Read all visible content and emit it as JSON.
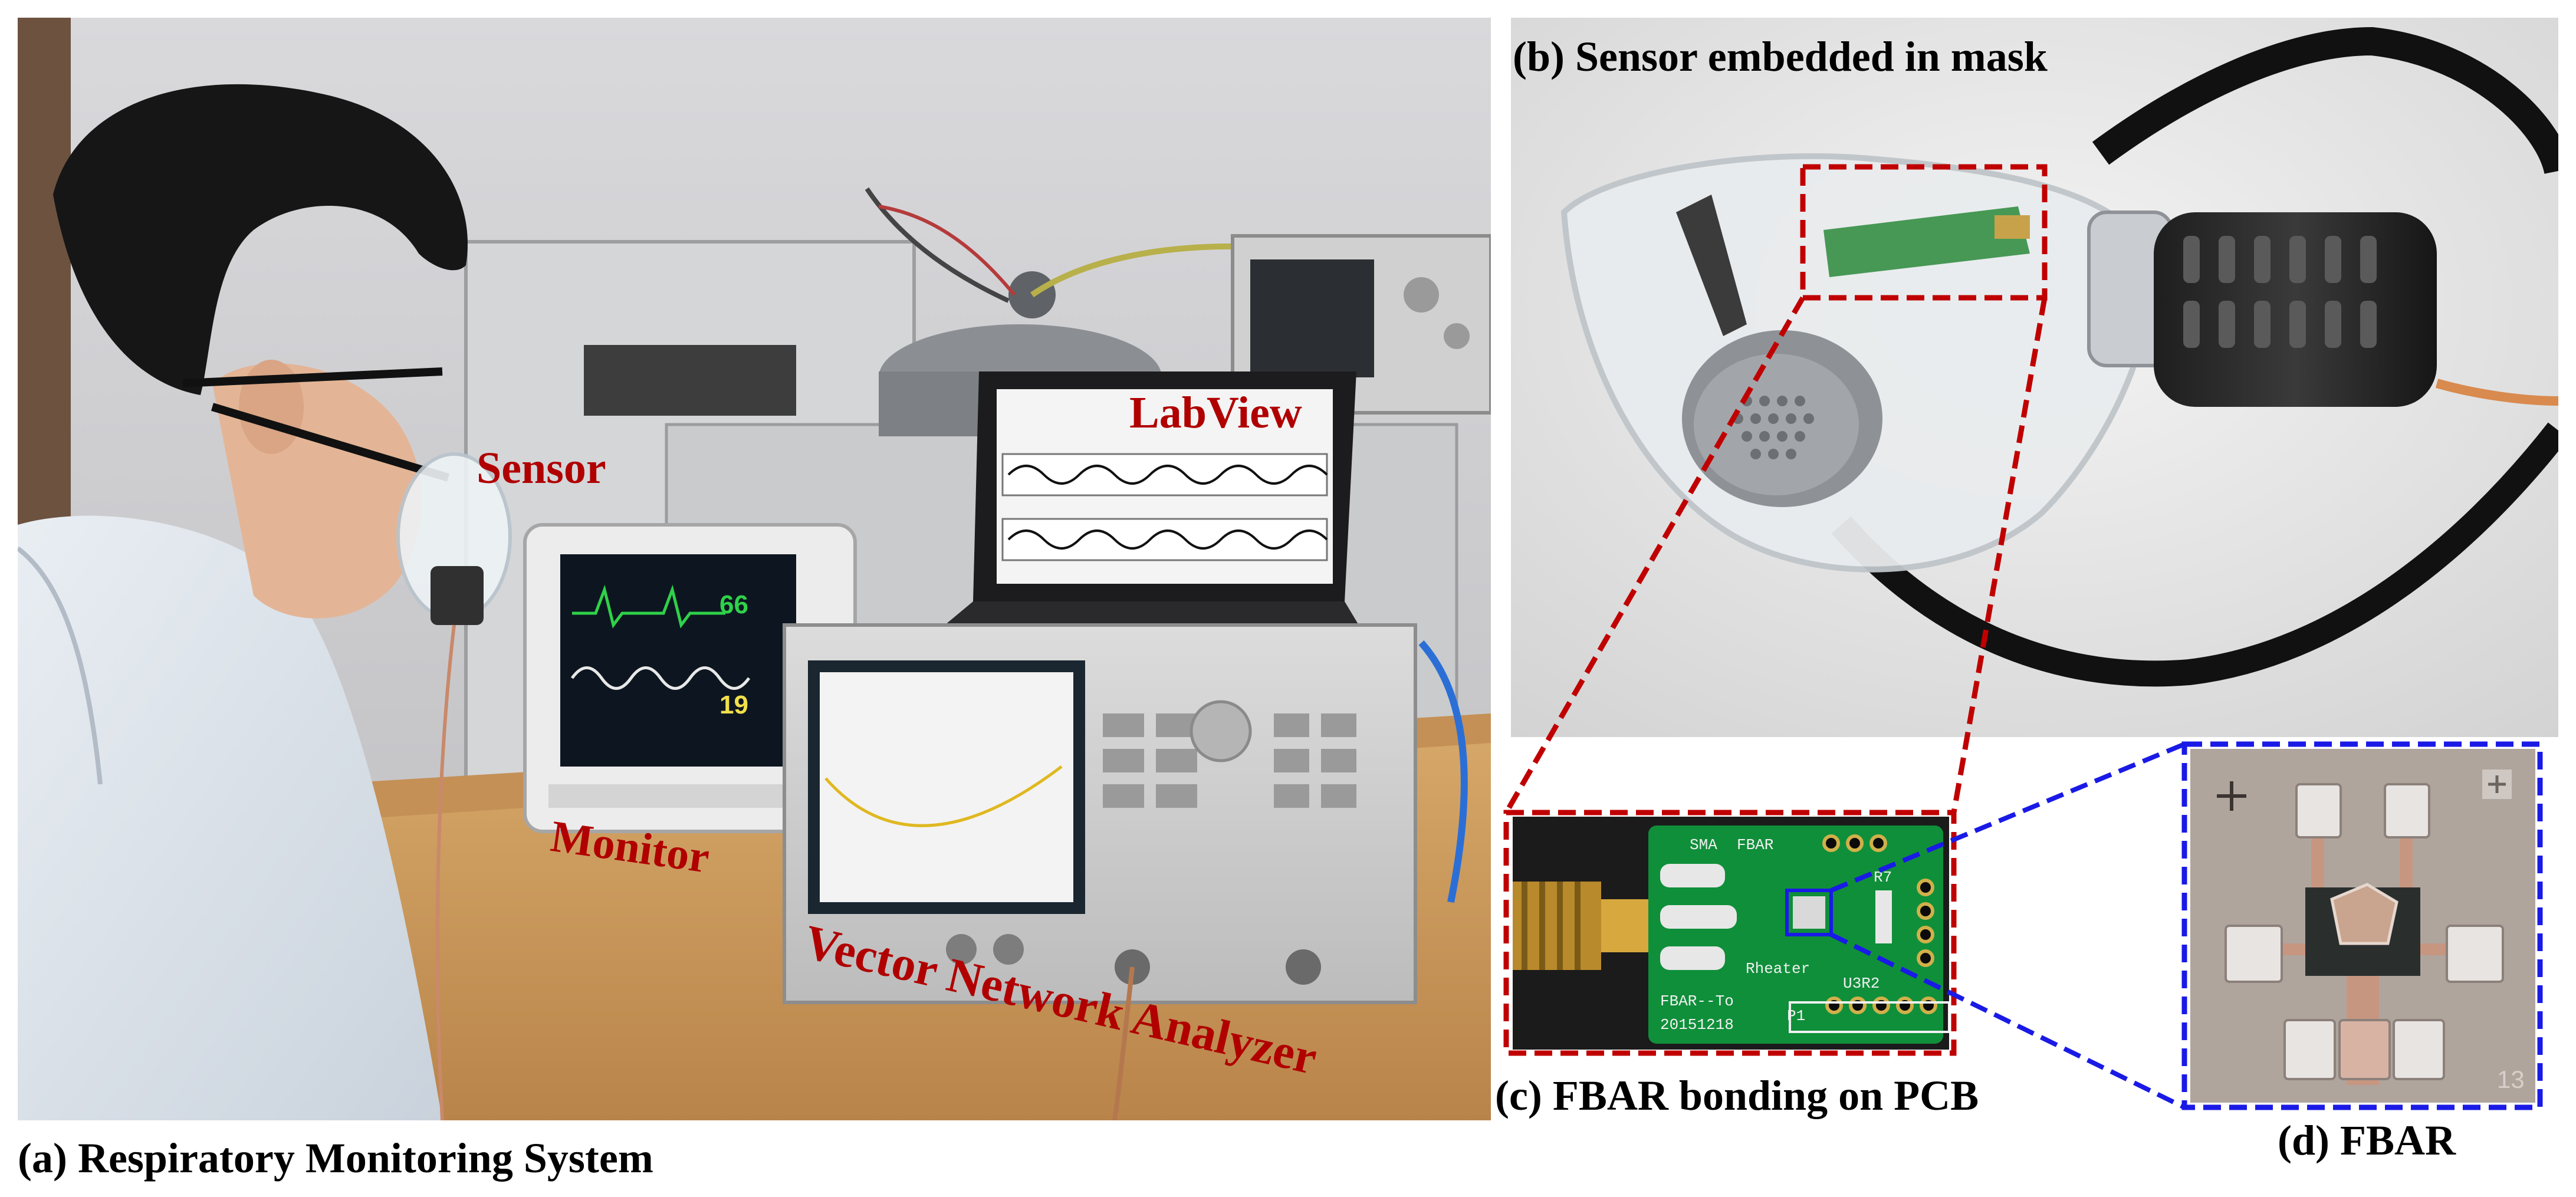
{
  "captions": {
    "a": "(a) Respiratory Monitoring System",
    "b": "(b) Sensor embedded in mask",
    "c": "(c) FBAR bonding on PCB",
    "d": "(d) FBAR"
  },
  "annotations": {
    "sensor": "Sensor",
    "monitor": "Monitor",
    "labview": "LabView",
    "vna": "Vector Network Analyzer"
  },
  "monitor_screen": {
    "heart_rate": "66",
    "resp_rate": "19"
  },
  "pcb_silkscreen": {
    "sma": "SMA",
    "fbar": "FBAR",
    "rheater": "Rheater",
    "fbar_to": "FBAR--To",
    "date": "20151218",
    "p1": "P1",
    "u3r2": "U3R2",
    "r7": "R7"
  },
  "die_label": "13",
  "colors": {
    "annotation_red": "#b00000",
    "callout_red": "#c00000",
    "callout_blue": "#1a1ae6"
  }
}
